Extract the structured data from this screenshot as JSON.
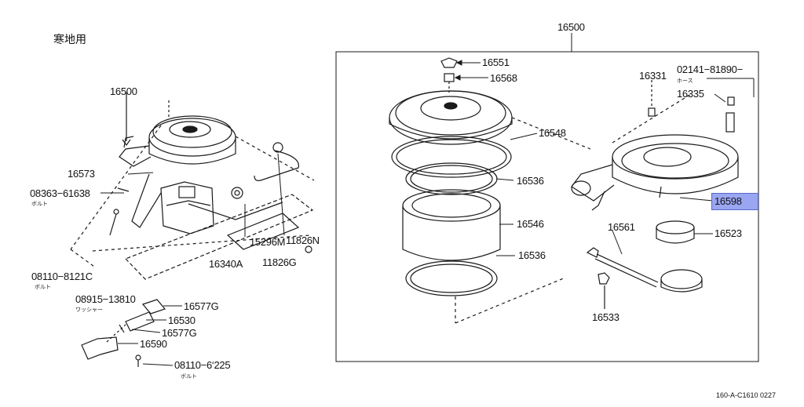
{
  "title": "寒地用",
  "labels": {
    "left_16500": "16500",
    "left_16573": "16573",
    "left_08363": "08363−61638",
    "left_08363_sub": "ボルト",
    "left_15296M": "15296M",
    "left_11826N": "11826N",
    "left_16340A": "16340A",
    "left_11826G": "11826G",
    "left_08110a": "08110−8121C",
    "left_08110a_sub": "ボルト",
    "left_08915": "08915−13810",
    "left_08915_sub": "ワッシャー",
    "left_16577G_a": "16577G",
    "left_16530": "16530",
    "left_16577G_b": "16577G",
    "left_16590": "16590",
    "left_08110b": "08110−6‘225",
    "left_08110b_sub": "ボルト",
    "right_16500": "16500",
    "right_16551": "16551",
    "right_16568": "16568",
    "right_16548": "16548",
    "right_16536_a": "16536",
    "right_16546": "16546",
    "right_16536_b": "16536",
    "right_16331": "16331",
    "right_02141": "02141−81890−",
    "right_02141_sub": "ホース",
    "right_16335": "16335",
    "right_16598": "16598",
    "right_16523": "16523",
    "right_16561": "16561",
    "right_16533": "16533"
  },
  "highlight_color": "#9aa6f2",
  "footer_code": "160-A-C1610 0227"
}
